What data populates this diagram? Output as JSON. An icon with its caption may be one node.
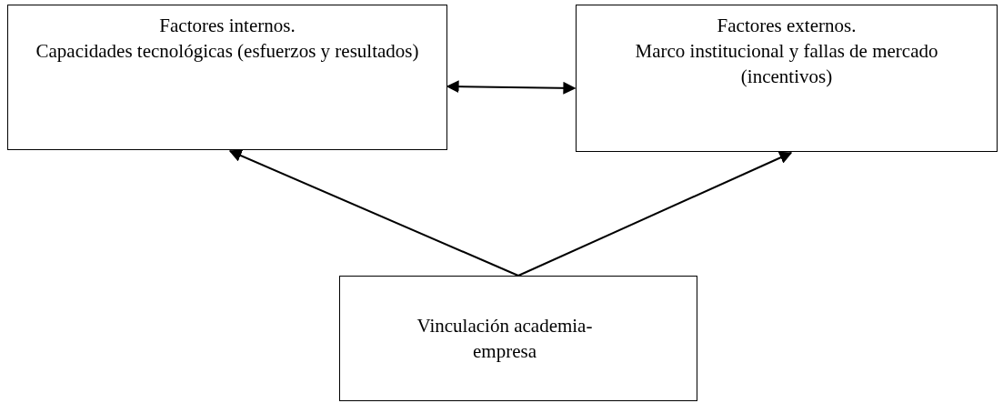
{
  "diagram": {
    "nodes": [
      {
        "text": [
          "Factores internos.",
          "Capacidades tecnológicas (esfuerzos y resultados)"
        ]
      },
      {
        "text": [
          "Factores externos.",
          "Marco institucional y fallas de mercado (incentivos)"
        ]
      },
      {
        "text": [
          "Vinculación academia-empresa"
        ]
      }
    ],
    "edges": [
      {
        "from": 0,
        "to": 1,
        "arrow": "both"
      },
      {
        "from": 2,
        "to": 0,
        "arrow": "to"
      },
      {
        "from": 2,
        "to": 1,
        "arrow": "to"
      }
    ]
  }
}
